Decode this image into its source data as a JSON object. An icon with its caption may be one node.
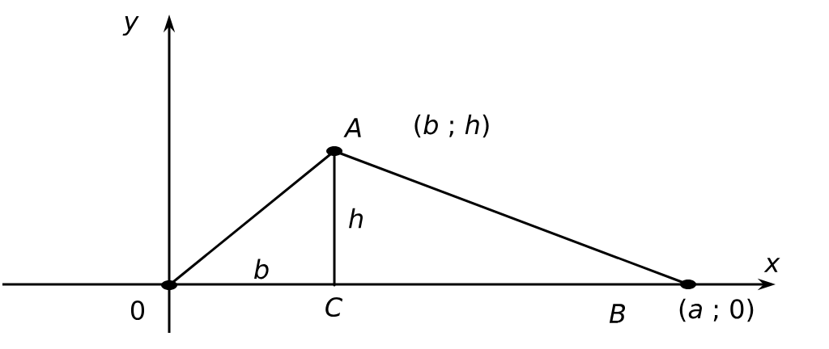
{
  "diagram": {
    "nodes": [
      {
        "text": [],
        "shape": "circle",
        "beside": [
          "0"
        ]
      },
      {
        "text": [],
        "shape": "circle",
        "beside": [
          "*A*",
          "(*b* ; *h*)"
        ]
      },
      {
        "text": [],
        "shape": "circle",
        "beside": [
          "*B*",
          "(*a* ; 0)"
        ]
      },
      {
        "text": [],
        "shape": "point",
        "beside": [
          "*C*"
        ]
      }
    ],
    "edges": [
      {
        "from": 0,
        "to": 1,
        "arrow": "none"
      },
      {
        "from": 1,
        "to": 2,
        "arrow": "none"
      },
      {
        "from": 1,
        "to": 3,
        "arrow": "none"
      }
    ],
    "labels": [
      "*y*",
      "*x*",
      "*h*",
      "*b*"
    ]
  }
}
